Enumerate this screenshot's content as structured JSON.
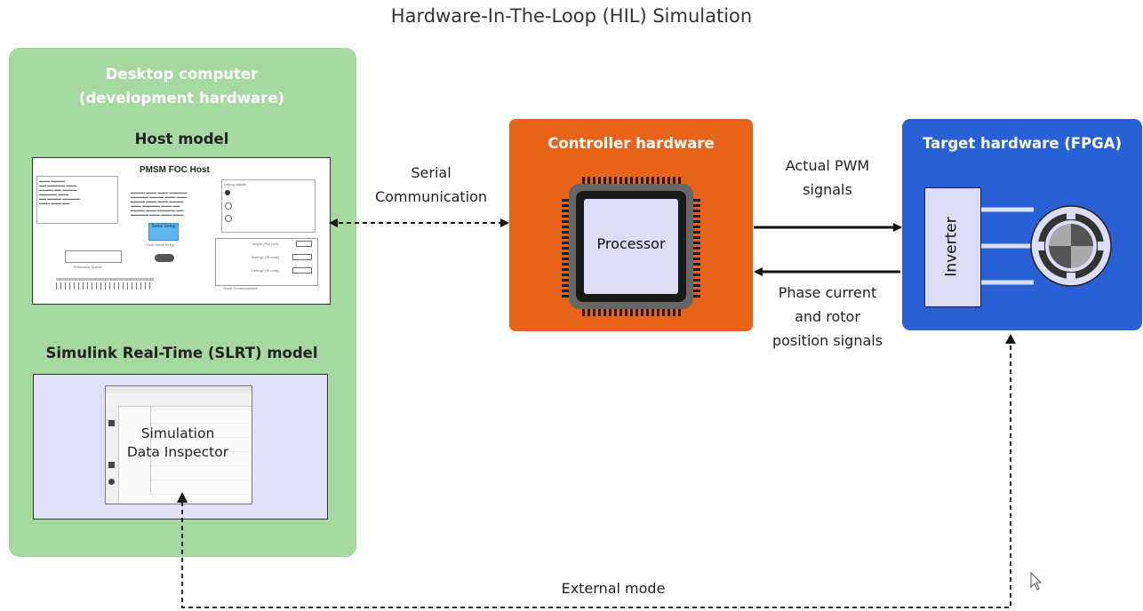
{
  "title": "Hardware-In-The-Loop (HIL) Simulation",
  "desktop": {
    "title_line1": "Desktop computer",
    "title_line2": "(development hardware)",
    "host_label": "Host model",
    "host_screen": {
      "title": "PMSM FOC Host",
      "setup_button": "Serial Setup",
      "host_serial_setup": "Host Serial Setup",
      "reference_speed": "Reference Speed",
      "serial_communication": "Serial Communication",
      "debug_signals": "Debug signals",
      "torque_label": "Torque (Per Unit)",
      "debug1_label": "Debug1 (SI units)",
      "debug2_label": "Debug2 (SI units)"
    },
    "slrt_label": "Simulink Real-Time (SLRT) model",
    "sdi_line1": "Simulation",
    "sdi_line2": "Data Inspector"
  },
  "serial_comm": {
    "line1": "Serial",
    "line2": "Communication"
  },
  "controller": {
    "label": "Controller hardware",
    "processor": "Processor"
  },
  "pwm": {
    "line1": "Actual PWM",
    "line2": "signals"
  },
  "feedback": {
    "line1": "Phase current",
    "line2": "and rotor",
    "line3": "position signals"
  },
  "target": {
    "label": "Target hardware (FPGA)",
    "inverter": "Inverter"
  },
  "external_mode": "External mode",
  "colors": {
    "desktop_green": "#a6d9a0",
    "controller_orange": "#e8631a",
    "target_blue": "#2a60d6",
    "chip_inner": "#dcdcf4"
  }
}
